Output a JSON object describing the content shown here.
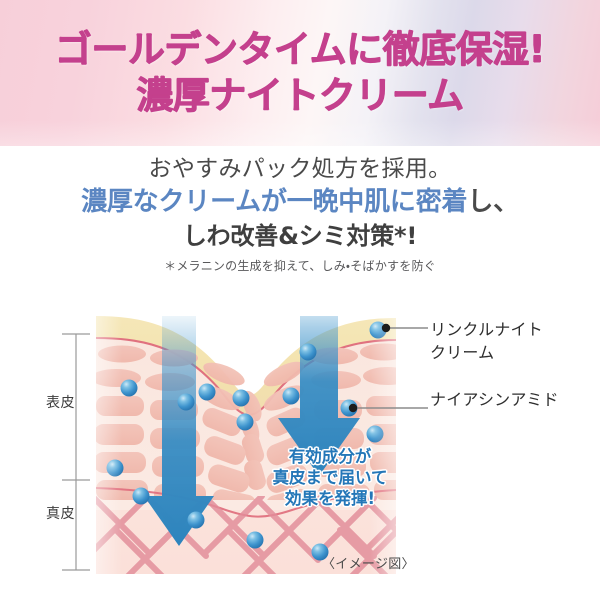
{
  "header": {
    "title_line1": "ゴールデンタイムに徹底保湿!",
    "title_line2": "濃厚ナイトクリーム",
    "title_color": "#c4408d"
  },
  "subtitle": {
    "line1": "おやすみパック処方を採用。",
    "line2_highlight": "濃厚なクリームが一晩中肌に密着",
    "line2_tail": "し、",
    "line3": "しわ改善&シミ対策*!",
    "footnote": "＊メラニンの生成を抑えて、しみ・そばかすを防ぐ",
    "highlight_color": "#5b86c2"
  },
  "diagram": {
    "layer_labels": {
      "epidermis": "表皮",
      "dermis": "真皮"
    },
    "callouts": [
      {
        "label": "リンクルナイト\nクリーム"
      },
      {
        "label": "ナイアシンアミド"
      }
    ],
    "blue_callout": "有効成分が\n真皮まで届いて\n効果を発揮!",
    "blue_callout_color": "#2477b8",
    "caption": "〈イメージ図〉",
    "cream_layer_color": "#f4e4b4",
    "epidermis_color": "#f6d9cf",
    "dermis_color": "#f7ddd6",
    "fiber_color": "#e4959e",
    "particle_color": "#4f9fd4",
    "arrow_color": "#3a8ec4"
  }
}
